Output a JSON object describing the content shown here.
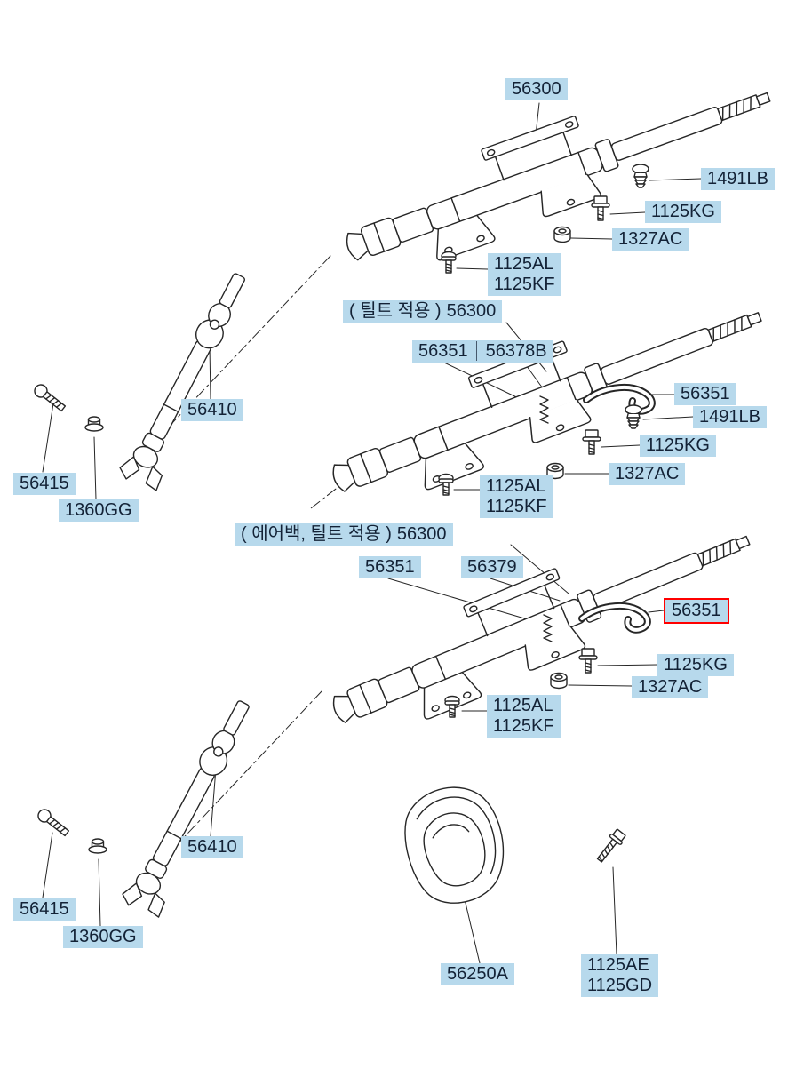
{
  "style": {
    "label_bg": "#b7d9ec",
    "label_text": "#132236",
    "highlight_border": "#ff0000",
    "line_color": "#262626"
  },
  "labels": {
    "top": {
      "main": "56300",
      "clip": "1491LB",
      "screw": "1125KG",
      "nut": "1327AC",
      "bolt1": "1125AL",
      "bolt2": "1125KF"
    },
    "tilt": {
      "caption": "( 틸트 적용 )",
      "main": "56300",
      "bracket": "56351",
      "lever": "56378B",
      "hook": "56351",
      "clip": "1491LB",
      "screw": "1125KG",
      "nut": "1327AC",
      "bolt1": "1125AL",
      "bolt2": "1125KF"
    },
    "airbag": {
      "caption": "( 에어백, 틸트 적용 )",
      "main": "56300",
      "bracket": "56351",
      "lever": "56379",
      "hook": "56351",
      "screw": "1125KG",
      "nut": "1327AC",
      "bolt1": "1125AL",
      "bolt2": "1125KF"
    },
    "joint_top": {
      "shaft": "56410",
      "bolt": "56415",
      "nut": "1360GG"
    },
    "joint_bottom": {
      "shaft": "56410",
      "bolt": "56415",
      "nut": "1360GG"
    },
    "cover": {
      "main": "56250A",
      "bolt1": "1125AE",
      "bolt2": "1125GD"
    }
  },
  "highlight": {
    "part": "56351"
  }
}
